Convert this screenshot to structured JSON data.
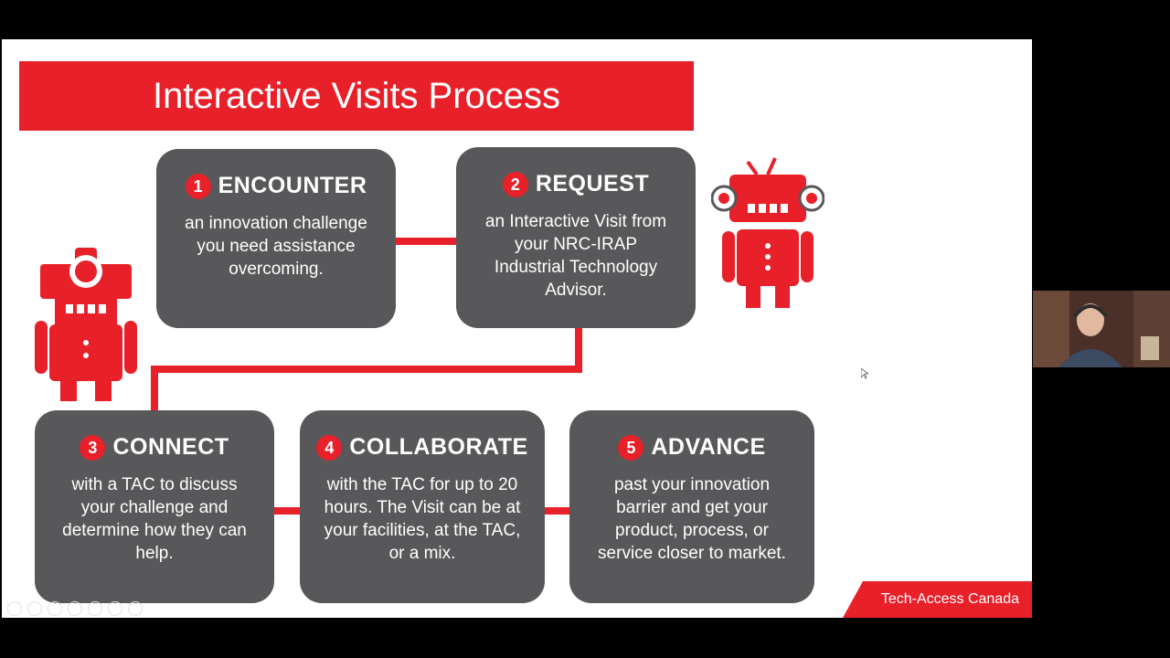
{
  "slide": {
    "title": "Interactive Visits Process",
    "steps": [
      {
        "num": "1",
        "title": "ENCOUNTER",
        "desc": "an innovation challenge you need assistance overcoming."
      },
      {
        "num": "2",
        "title": "REQUEST",
        "desc": "an Interactive Visit from your NRC-IRAP Industrial Technology Advisor."
      },
      {
        "num": "3",
        "title": "CONNECT",
        "desc": "with a TAC to discuss your challenge and determine how they can help."
      },
      {
        "num": "4",
        "title": "COLLABORATE",
        "desc": "with the TAC for up to 20 hours. The Visit can be at your facilities, at the TAC, or a mix."
      },
      {
        "num": "5",
        "title": "ADVANCE",
        "desc": "past your innovation barrier and get your product, process, or service closer to market."
      }
    ],
    "logo": "Tech-Access Canada"
  },
  "colors": {
    "accent": "#e8202a",
    "card": "#58585a"
  },
  "icons": [
    "robot-left-icon",
    "robot-right-icon",
    "mouse-cursor-icon"
  ]
}
